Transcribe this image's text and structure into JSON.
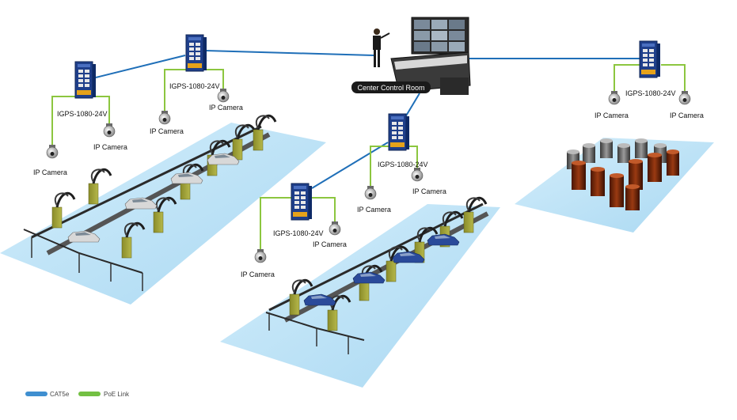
{
  "control_room": {
    "label": "Center Control Room"
  },
  "switches": [
    {
      "id": "sw1",
      "label": "IGPS-1080-24V"
    },
    {
      "id": "sw2",
      "label": "IGPS-1080-24V"
    },
    {
      "id": "sw3",
      "label": "IGPS-1080-24V"
    },
    {
      "id": "sw4",
      "label": "IGPS-1080-24V"
    },
    {
      "id": "sw5",
      "label": "IGPS-1080-24V"
    }
  ],
  "cameras": [
    {
      "id": "cam1",
      "label": "IP Camera"
    },
    {
      "id": "cam2",
      "label": "IP Camera"
    },
    {
      "id": "cam3",
      "label": "IP Camera"
    },
    {
      "id": "cam4",
      "label": "IP Camera"
    },
    {
      "id": "cam5",
      "label": "IP Camera"
    },
    {
      "id": "cam6",
      "label": "IP Camera"
    },
    {
      "id": "cam7",
      "label": "IP Camera"
    },
    {
      "id": "cam8",
      "label": "IP Camera"
    },
    {
      "id": "cam9",
      "label": "IP Camera"
    },
    {
      "id": "cam10",
      "label": "IP Camera"
    }
  ],
  "legend": [
    {
      "label": "CAT5e",
      "color": "#3f8fd0"
    },
    {
      "label": "PoE Link",
      "color": "#73c043"
    }
  ],
  "colors": {
    "cat5e": "#1f6fb8",
    "poe": "#8cc63f",
    "floor": "#bfe3f7",
    "switch_body": "#1f3f8a",
    "tank": "#7a2a0c"
  }
}
